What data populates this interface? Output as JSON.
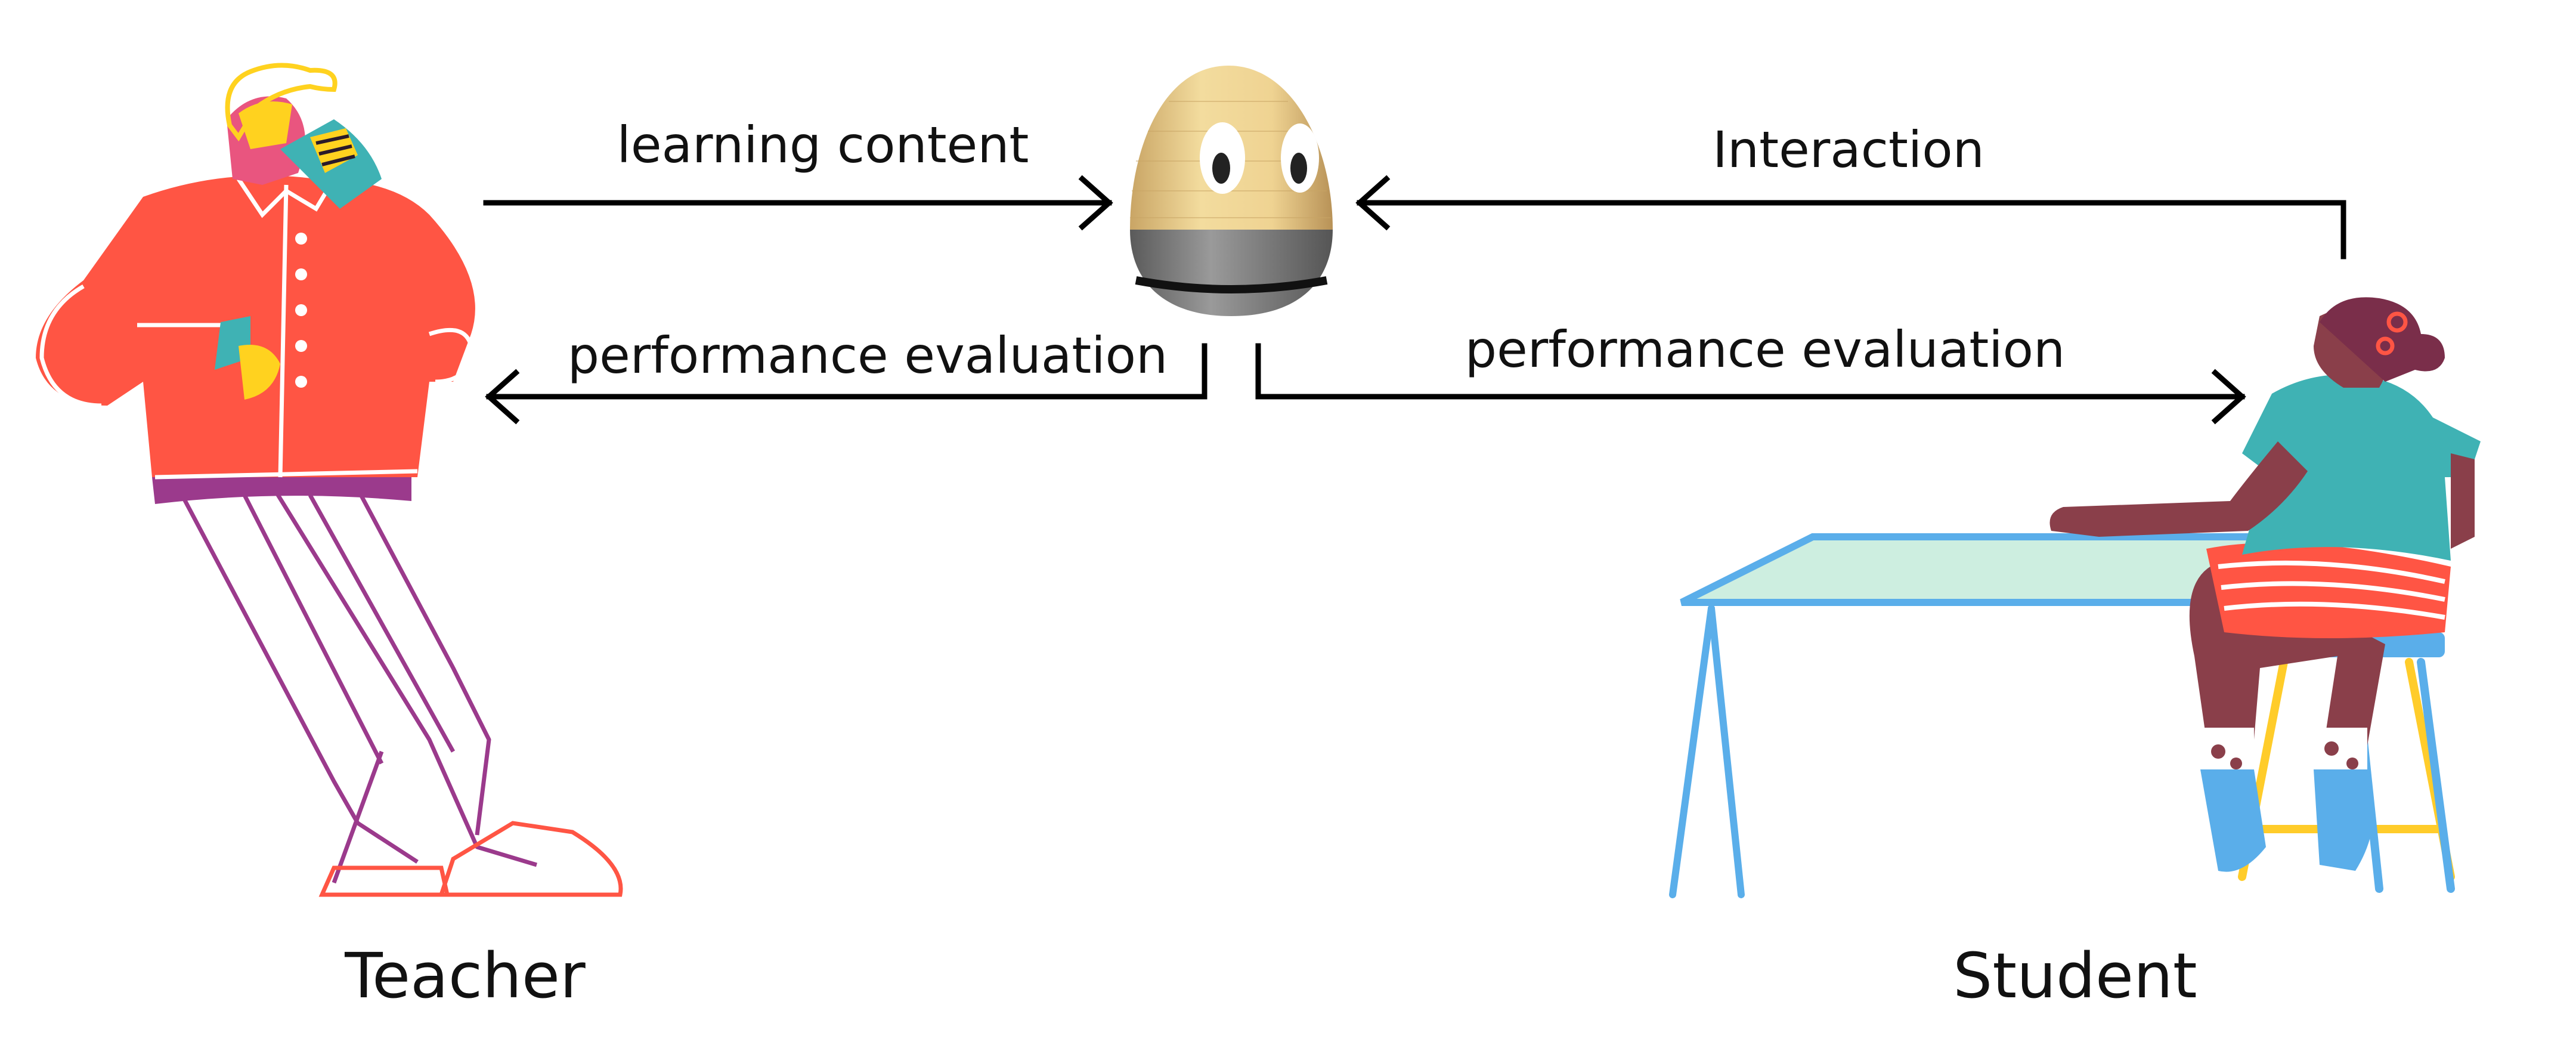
{
  "diagram": {
    "nodes": {
      "teacher": {
        "label": "Teacher",
        "icon": "teacher-illustration"
      },
      "robot": {
        "label": "",
        "icon": "egg-robot-illustration"
      },
      "student": {
        "label": "Student",
        "icon": "student-at-desk-illustration"
      }
    },
    "edges": [
      {
        "from": "teacher",
        "to": "robot",
        "label": "learning content"
      },
      {
        "from": "robot",
        "to": "teacher",
        "label": "performance evaluation"
      },
      {
        "from": "student",
        "to": "robot",
        "label": "Interaction"
      },
      {
        "from": "robot",
        "to": "student",
        "label": "performance evaluation"
      }
    ]
  },
  "colors": {
    "teacher_jacket": "#ff5544",
    "teacher_hair": "#ffd21f",
    "teacher_belt": "#9b3a8c",
    "teal": "#3fb2b4",
    "student_skin": "#8a3f4a",
    "table_top": "#cdeee0",
    "table_frame": "#5aaeea",
    "stool_legs": "#ffcc2a",
    "robot_body": "#f1d79a",
    "robot_base": "#888888",
    "arrow": "#000000"
  }
}
